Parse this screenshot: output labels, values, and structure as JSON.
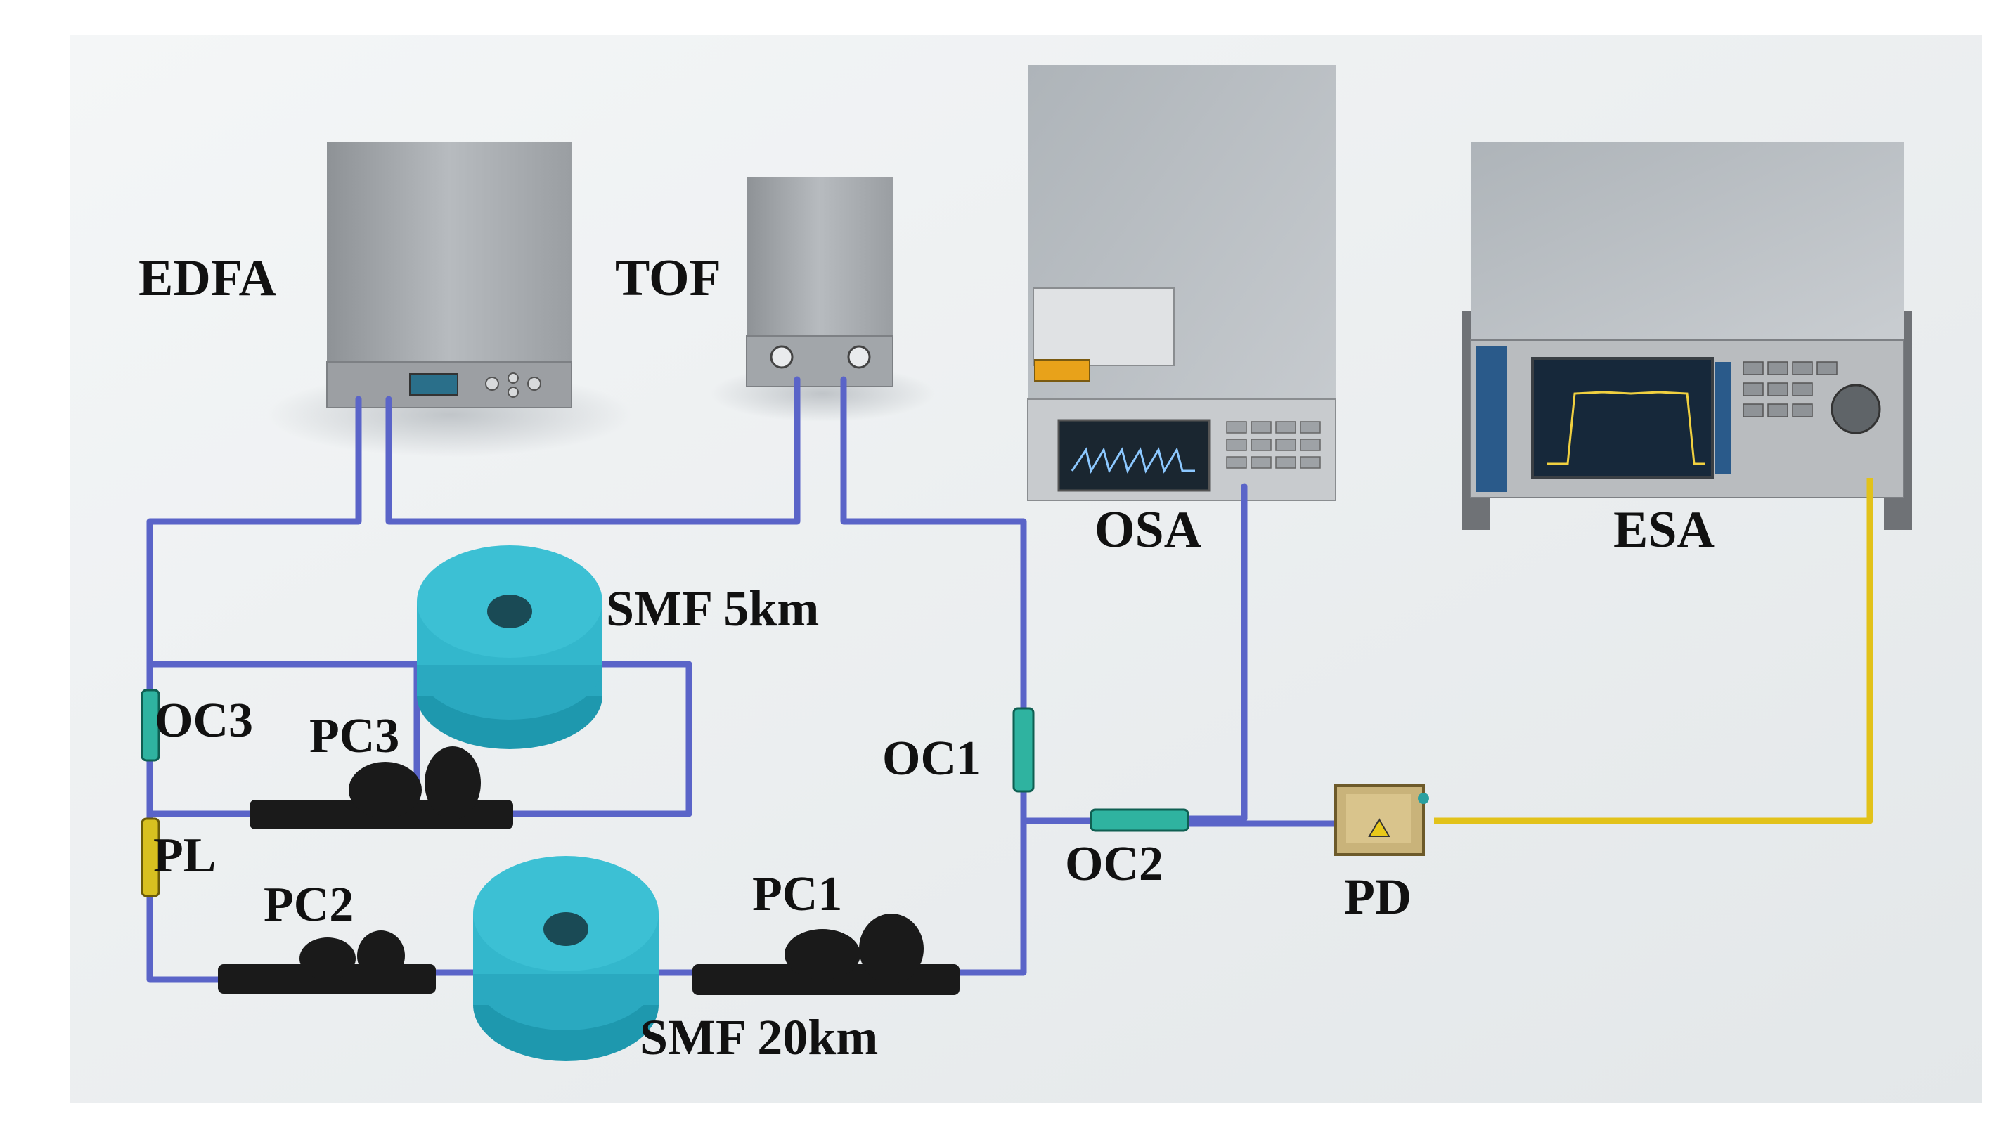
{
  "labels": {
    "edfa": "EDFA",
    "tof": "TOF",
    "osa": "OSA",
    "esa": "ESA",
    "smf5": "SMF 5km",
    "smf20": "SMF 20km",
    "oc1": "OC1",
    "oc2": "OC2",
    "oc3": "OC3",
    "pc1": "PC1",
    "pc2": "PC2",
    "pc3": "PC3",
    "pl": "PL",
    "pd": "PD"
  },
  "colors": {
    "fiber": "#5a64c8",
    "rf_cable": "#e2c21a",
    "coupler": "#2fb3a0",
    "polarizer": "#d8c020",
    "spool": "#3cc0d4",
    "spool_dark": "#1e98ae",
    "controller": "#1a1a1a",
    "instrument": "#a9adb1",
    "pd_body": "#c9b37a"
  }
}
